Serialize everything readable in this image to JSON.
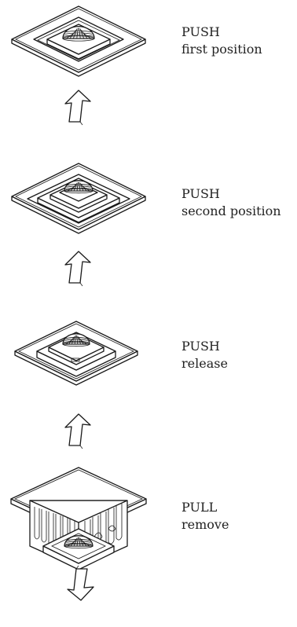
{
  "steps": [
    {
      "action": "PUSH",
      "instruction": "first position",
      "arrow": "arrow-up-icon"
    },
    {
      "action": "PUSH",
      "instruction": "second position",
      "arrow": "arrow-up-icon"
    },
    {
      "action": "PUSH",
      "instruction": "release",
      "arrow": "arrow-up-icon"
    },
    {
      "action": "PULL",
      "instruction": "remove",
      "arrow": "arrow-down-icon"
    }
  ],
  "colors": {
    "ink": "#1a1a1a",
    "text": "#222222",
    "background": "#ffffff"
  }
}
